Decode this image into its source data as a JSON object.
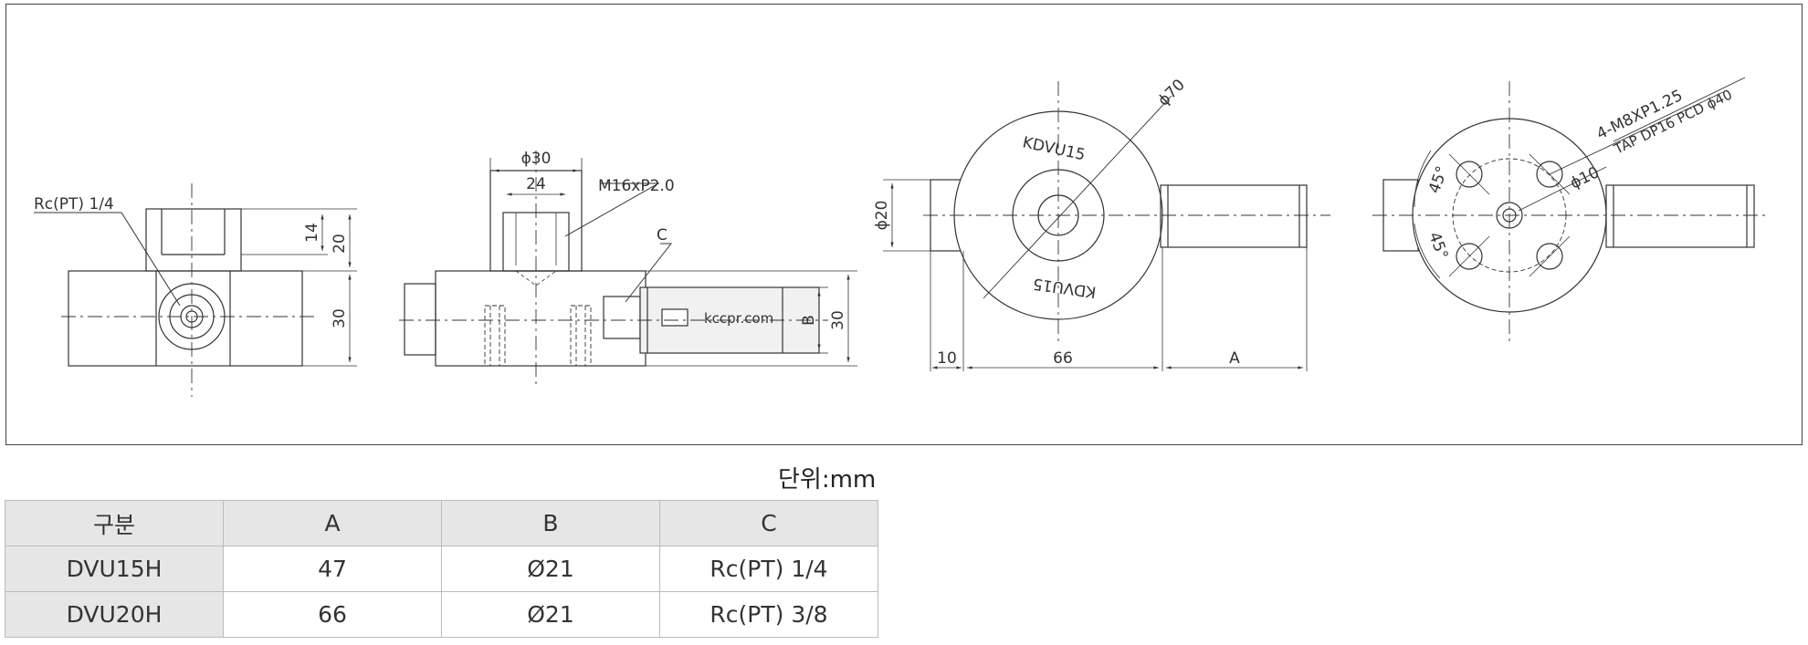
{
  "drawing": {
    "front_view": {
      "port_label": "Rc(PT) 1/4",
      "dim_14": "14",
      "dim_20": "20",
      "dim_30": "30"
    },
    "section_view": {
      "dim_phi30": "ϕ30",
      "dim_24": "24",
      "thread": "M16xP2.0",
      "label_c": "C",
      "brand": "kccpr.com",
      "dim_b": "B",
      "dim_30": "30"
    },
    "top_view": {
      "dim_phi70": "ϕ70",
      "engraving_top": "KDVU15",
      "engraving_bottom": "KDVU15",
      "dim_phi20": "ϕ20",
      "dim_10": "10",
      "dim_66": "66",
      "dim_a": "A"
    },
    "bottom_view": {
      "tap_line1": "4-M8XP1.25",
      "tap_line2": "TAP DP16 PCD ϕ40",
      "dim_phi10": "ϕ10",
      "angle_1": "45°",
      "angle_2": "45°"
    }
  },
  "unit_label": "단위:mm",
  "table": {
    "headers": [
      "구분",
      "A",
      "B",
      "C"
    ],
    "rows": [
      [
        "DVU15H",
        "47",
        "Ø21",
        "Rc(PT) 1/4"
      ],
      [
        "DVU20H",
        "66",
        "Ø21",
        "Rc(PT) 3/8"
      ]
    ]
  }
}
